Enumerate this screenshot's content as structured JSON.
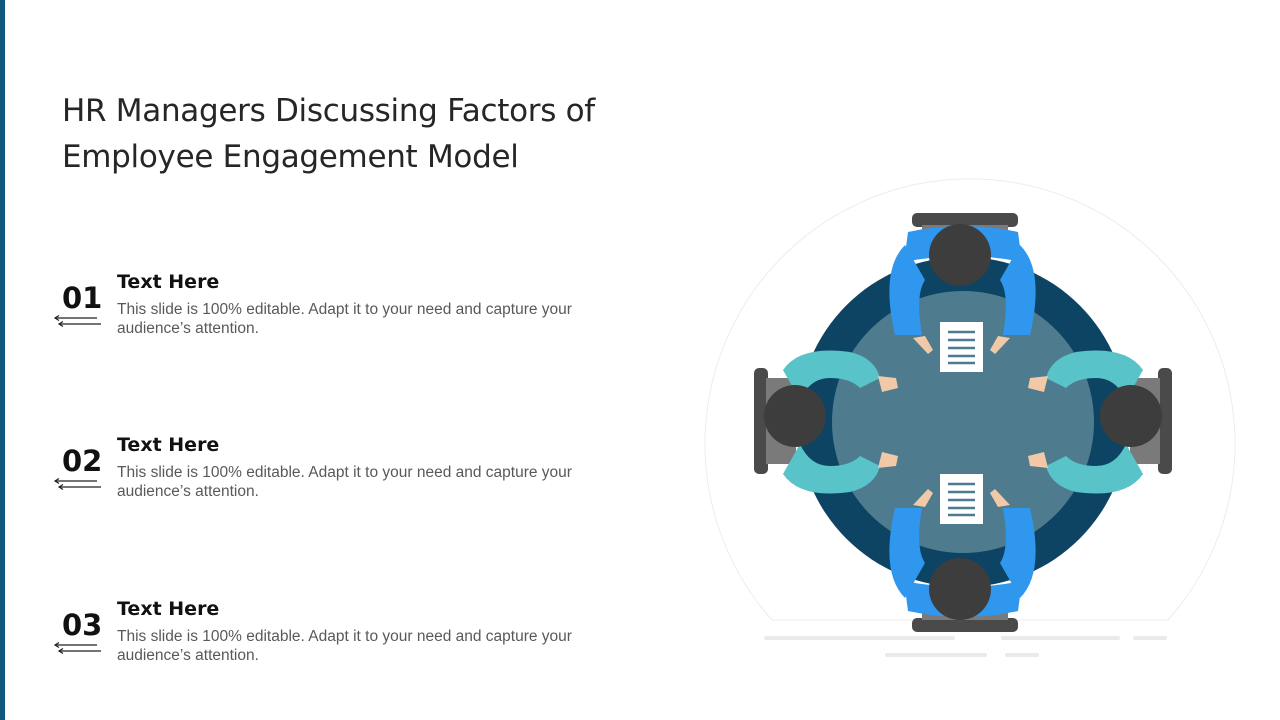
{
  "slide": {
    "title": "HR Managers Discussing Factors of Employee Engagement Model",
    "accent_color": "#0f5a7a"
  },
  "items": [
    {
      "number": "01",
      "heading": "Text Here",
      "text": "This slide is 100% editable. Adapt it to your need and capture your audience’s attention."
    },
    {
      "number": "02",
      "heading": "Text Here",
      "text": "This slide is 100% editable. Adapt it to your need and capture your audience’s attention."
    },
    {
      "number": "03",
      "heading": "Text Here",
      "text": "This slide is 100% editable. Adapt it to your need and capture your audience’s attention."
    }
  ],
  "illustration": {
    "icon": "meeting-table-illustration",
    "colors": {
      "table_outer": "#0d4463",
      "table_inner": "#4f7b8f",
      "person_head": "#3d3d3d",
      "arms_blue": "#2f97ee",
      "arms_teal": "#58c3c9",
      "chair": "#555555",
      "document": "#ffffff"
    }
  }
}
